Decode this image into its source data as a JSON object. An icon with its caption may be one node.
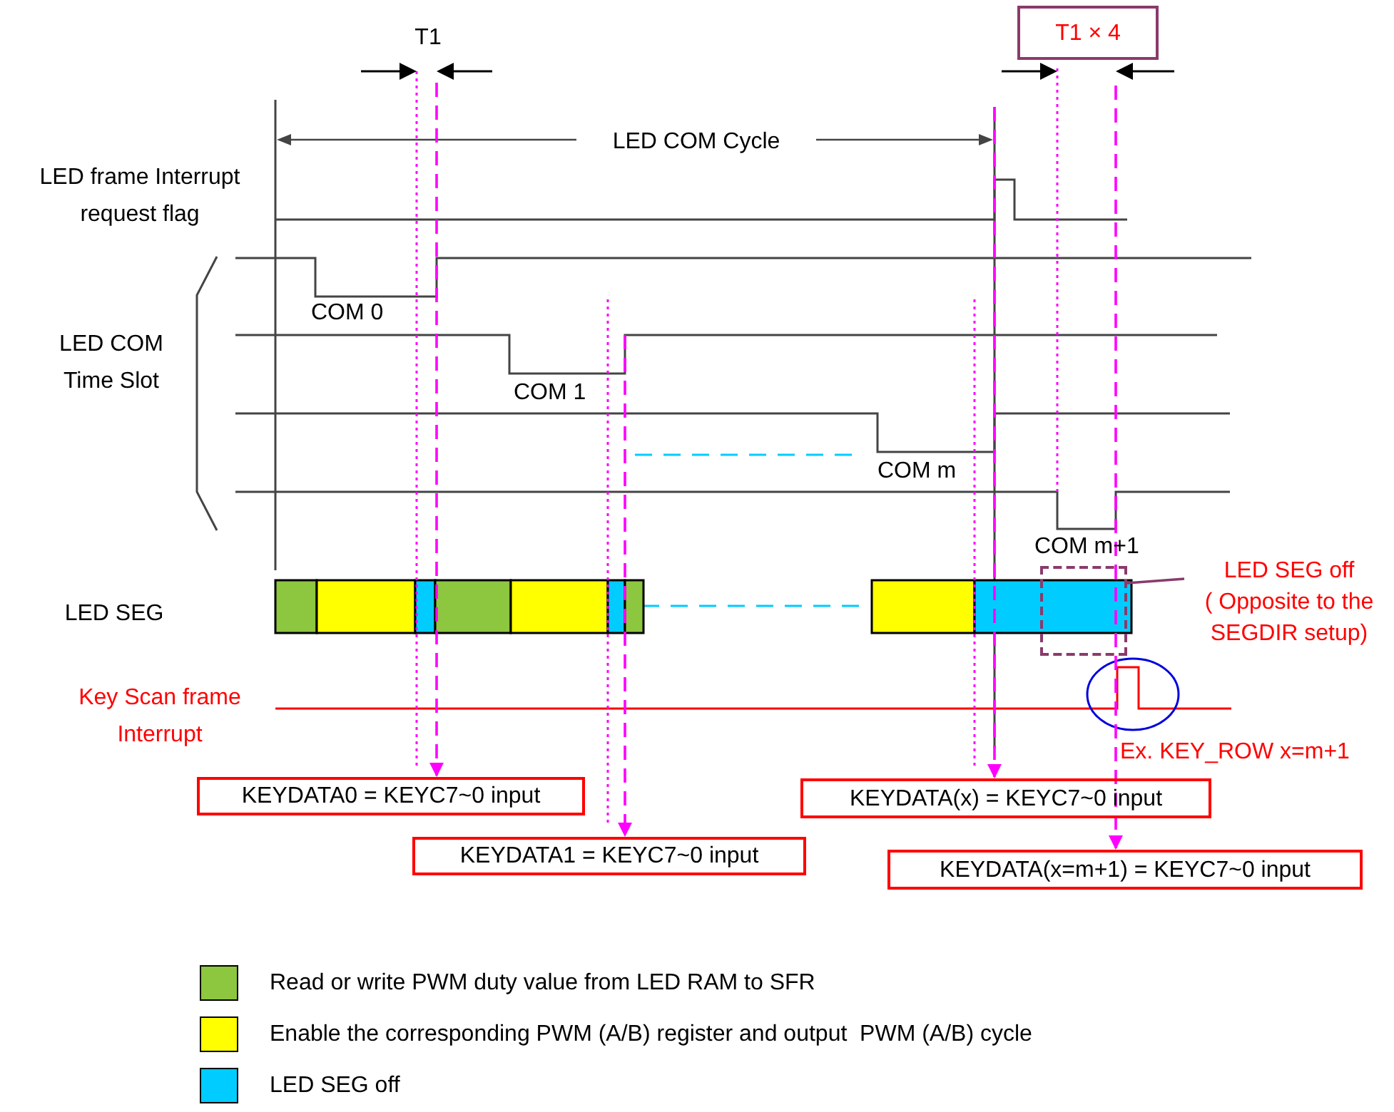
{
  "diagram": {
    "nodes": [
      {
        "text": [
          "T1 × 4"
        ]
      },
      {
        "text": [
          "LED SEG off",
          "( Opposite to the SEGDIR setup)"
        ]
      },
      {
        "text": [],
        "shape": "box"
      },
      {
        "text": [
          "KEYDATA0 = KEYC7~0 input"
        ]
      },
      {
        "text": [
          "KEYDATA(x) = KEYC7~0 input"
        ]
      },
      {
        "text": [
          "KEYDATA1 = KEYC7~0 input"
        ]
      },
      {
        "text": [
          "KEYDATA(x=m+1) = KEYC7~0 input"
        ]
      }
    ],
    "edges": [
      {
        "from": 1,
        "to": 2,
        "arrow": "none",
        "color": "#8b3a6b"
      },
      {
        "from": null,
        "to": 3,
        "arrow": "to",
        "style": "dashed"
      },
      {
        "from": null,
        "to": 4,
        "arrow": "to",
        "style": "dashed"
      },
      {
        "from": null,
        "to": 5,
        "arrow": "to",
        "style": "dashed"
      },
      {
        "from": null,
        "to": 6,
        "arrow": "to",
        "style": "dashed"
      }
    ],
    "labels": [
      "T1",
      "LED COM Cycle",
      "LED frame Interrupt request flag",
      "COM 0",
      "LED COM Time Slot",
      "COM 1",
      "COM m",
      "COM m+1",
      "LED SEG",
      "Key Scan frame Interrupt",
      "Ex. KEY_ROW x=m+1"
    ],
    "legend": [
      {
        "text": "Read or write PWM duty value from LED RAM to SFR",
        "color": "#8dc63f"
      },
      {
        "text": "Enable the corresponding PWM (A/B) register and output  PWM (A/B) cycle",
        "color": "#ffff00"
      },
      {
        "text": "LED SEG off",
        "color": "#00ccff"
      }
    ]
  }
}
